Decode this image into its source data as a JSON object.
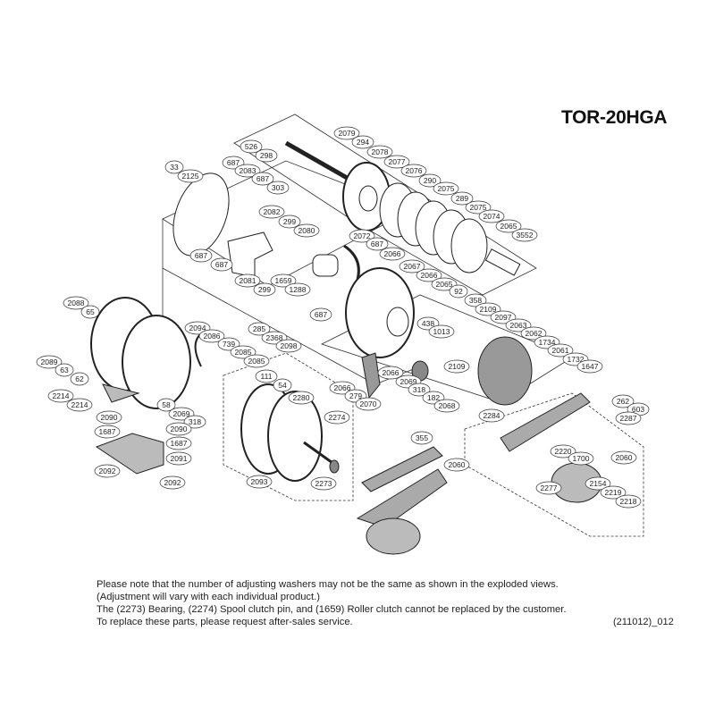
{
  "model": "TOR-20HGA",
  "notes": [
    "Please note that the number of adjusting washers may not be the same as shown in the exploded views.",
    "(Adjustment will vary with each individual product.)",
    "The (2273) Bearing, (2274) Spool clutch pin, and (1659) Roller clutch cannot be replaced by the customer.",
    "To replace these parts, please request after-sales service."
  ],
  "document_code": "(211012)_012",
  "callouts": [
    "526",
    "298",
    "2079",
    "294",
    "2078",
    "2077",
    "2076",
    "290",
    "2075",
    "289",
    "2075",
    "2074",
    "2065",
    "3552",
    "33",
    "2125",
    "687",
    "2083",
    "687",
    "303",
    "2082",
    "299",
    "2080",
    "687",
    "687",
    "2081",
    "299",
    "1659",
    "1288",
    "2072",
    "687",
    "2066",
    "2067",
    "2066",
    "2065",
    "92",
    "358",
    "2109",
    "2097",
    "2063",
    "2062",
    "1734",
    "2061",
    "1732",
    "1647",
    "438",
    "1013",
    "2109",
    "2066",
    "2069",
    "318",
    "182",
    "2068",
    "2066",
    "279",
    "2070",
    "2284",
    "262",
    "603",
    "2287",
    "355",
    "2060",
    "2220",
    "1700",
    "2060",
    "2277",
    "2154",
    "2219",
    "2218",
    "2088",
    "65",
    "2089",
    "63",
    "62",
    "2094",
    "2086",
    "739",
    "2085",
    "2085",
    "285",
    "2368",
    "2098",
    "687",
    "58",
    "2069",
    "318",
    "111",
    "54",
    "2280",
    "2274",
    "2273",
    "2093",
    "2214",
    "2214",
    "2090",
    "1687",
    "2090",
    "1687",
    "2091",
    "2092",
    "2092"
  ],
  "colors": {
    "line": "#222222",
    "part_fill": "#ffffff",
    "shade": "#9a9a9a"
  }
}
